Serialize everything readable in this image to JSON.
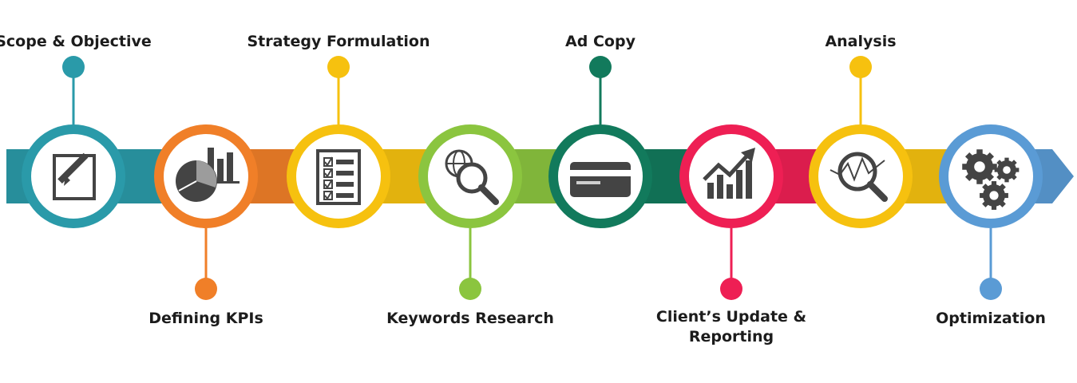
{
  "steps": [
    {
      "label": "Scope & Objective",
      "color": "#2a9aa9",
      "icon": "edit-icon",
      "position": "top"
    },
    {
      "label": "Defining KPIs",
      "color": "#f07f28",
      "icon": "pie-chart-icon",
      "position": "bottom"
    },
    {
      "label": "Strategy Formulation",
      "color": "#f6c10f",
      "icon": "checklist-icon",
      "position": "top"
    },
    {
      "label": "Keywords Research",
      "color": "#8bc53f",
      "icon": "globe-search-icon",
      "position": "bottom"
    },
    {
      "label": "Ad Copy",
      "color": "#127a5c",
      "icon": "card-icon",
      "position": "top"
    },
    {
      "label": "Client’s Update & Reporting",
      "color": "#ee1f54",
      "icon": "growth-chart-icon",
      "position": "bottom"
    },
    {
      "label": "Analysis",
      "color": "#f6c10f",
      "icon": "analysis-magnifier-icon",
      "position": "top"
    },
    {
      "label": "Optimization",
      "color": "#5a9bd5",
      "icon": "gears-icon",
      "position": "bottom"
    }
  ]
}
